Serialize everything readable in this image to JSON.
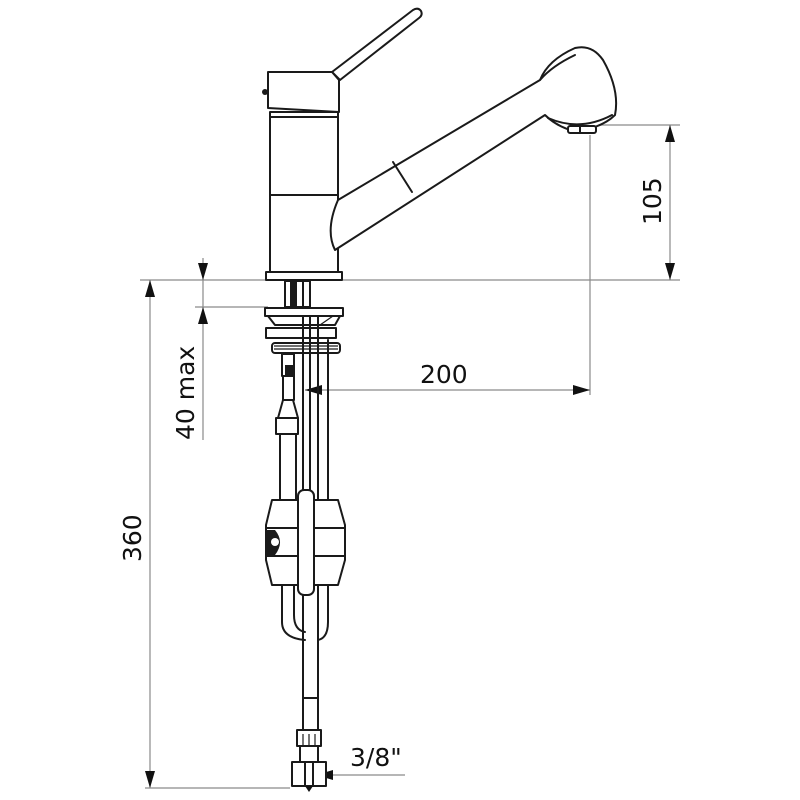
{
  "drawing": {
    "subject": "Pull-out spout kitchen mixer tap - dimension drawing",
    "colors": {
      "line": "#1a1a1a",
      "dimension_line": "#8a8a8a",
      "background": "#ffffff"
    }
  },
  "dimensions": {
    "spout_height": {
      "value": "105"
    },
    "spout_reach": {
      "value": "200"
    },
    "deck_thickness": {
      "value": "40 max"
    },
    "under_deck_length": {
      "value": "360"
    },
    "connection": {
      "value": "3/8\""
    }
  },
  "components": [
    {
      "name": "lever-handle"
    },
    {
      "name": "mixer-body"
    },
    {
      "name": "pull-out-spout"
    },
    {
      "name": "spray-head"
    },
    {
      "name": "base-flange"
    },
    {
      "name": "fixing-nut"
    },
    {
      "name": "supply-hoses"
    },
    {
      "name": "counterweight"
    },
    {
      "name": "threaded-connector"
    }
  ]
}
